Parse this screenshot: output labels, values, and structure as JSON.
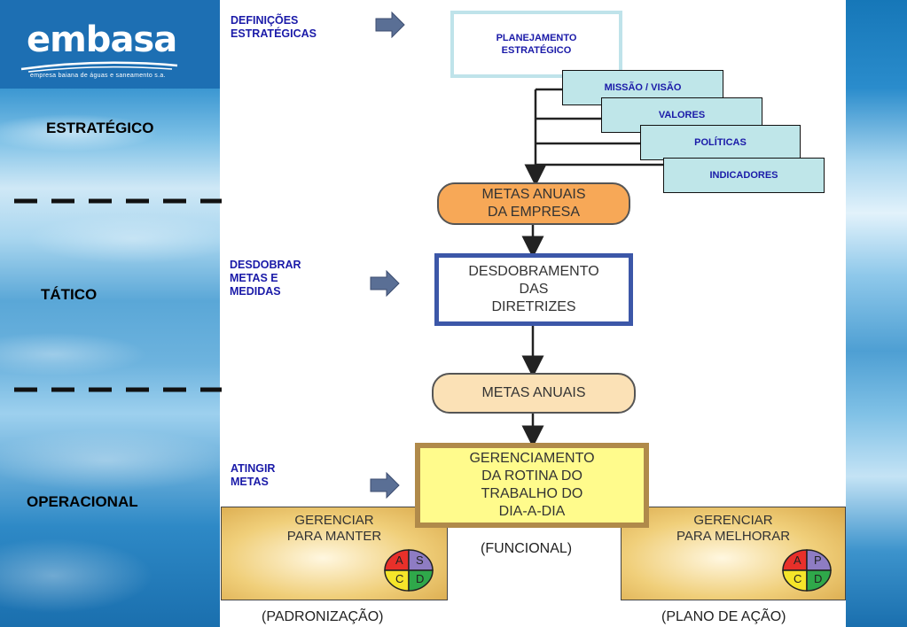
{
  "logo": {
    "brand": "embasa",
    "tagline": "empresa baiana de águas e saneamento s.a."
  },
  "levels": [
    "ESTRATÉGICO",
    "TÁTICO",
    "OPERACIONAL"
  ],
  "notes": {
    "definicoes": [
      "DEFINIÇÕES",
      "ESTRATÉGICAS"
    ],
    "desdobrar": [
      "DESDOBRAR",
      "METAS E",
      "MEDIDAS"
    ],
    "atingir": [
      "ATINGIR",
      "METAS"
    ]
  },
  "boxes": {
    "planejamento": [
      "PLANEJAMENTO",
      "ESTRATÉGICO"
    ],
    "missao": "MISSÃO / VISÃO",
    "valores": "VALORES",
    "politicas": "POLÍTICAS",
    "indicadores": "INDICADORES",
    "metas_empresa": [
      "METAS ANUAIS",
      "DA EMPRESA"
    ],
    "desdobramento": [
      "DESDOBRAMENTO",
      "DAS",
      "DIRETRIZES"
    ],
    "metas_anuais": "METAS ANUAIS",
    "gerenciamento": [
      "GERENCIAMENTO",
      "DA ROTINA DO",
      "TRABALHO DO",
      "DIA-A-DIA"
    ]
  },
  "manter": {
    "title": [
      "GERENCIAR",
      "PARA MANTER"
    ],
    "cycle": [
      "A",
      "S",
      "C",
      "D"
    ],
    "caption": "(PADRONIZAÇÃO)"
  },
  "melhorar": {
    "title": [
      "GERENCIAR",
      "PARA MELHORAR"
    ],
    "cycle": [
      "A",
      "P",
      "C",
      "D"
    ],
    "caption": "(PLANO DE AÇÃO)"
  },
  "funcional": "(FUNCIONAL)",
  "colors": {
    "note_blue": "#1a1aa8",
    "cycle_red": "#e8302a",
    "cycle_purple": "#8e7cc3",
    "cycle_yellow": "#f5e52a",
    "cycle_green": "#2fa84a"
  }
}
